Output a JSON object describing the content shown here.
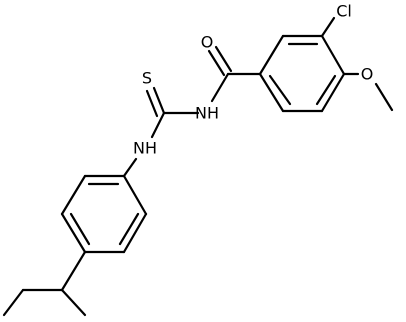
{
  "molecule": {
    "atoms": {
      "oxygen_carbonyl": "O",
      "chlorine": "Cl",
      "oxygen_methoxy": "O",
      "sulfur": "S",
      "nh_amide": "NH",
      "nh_aryl": "NH"
    }
  }
}
